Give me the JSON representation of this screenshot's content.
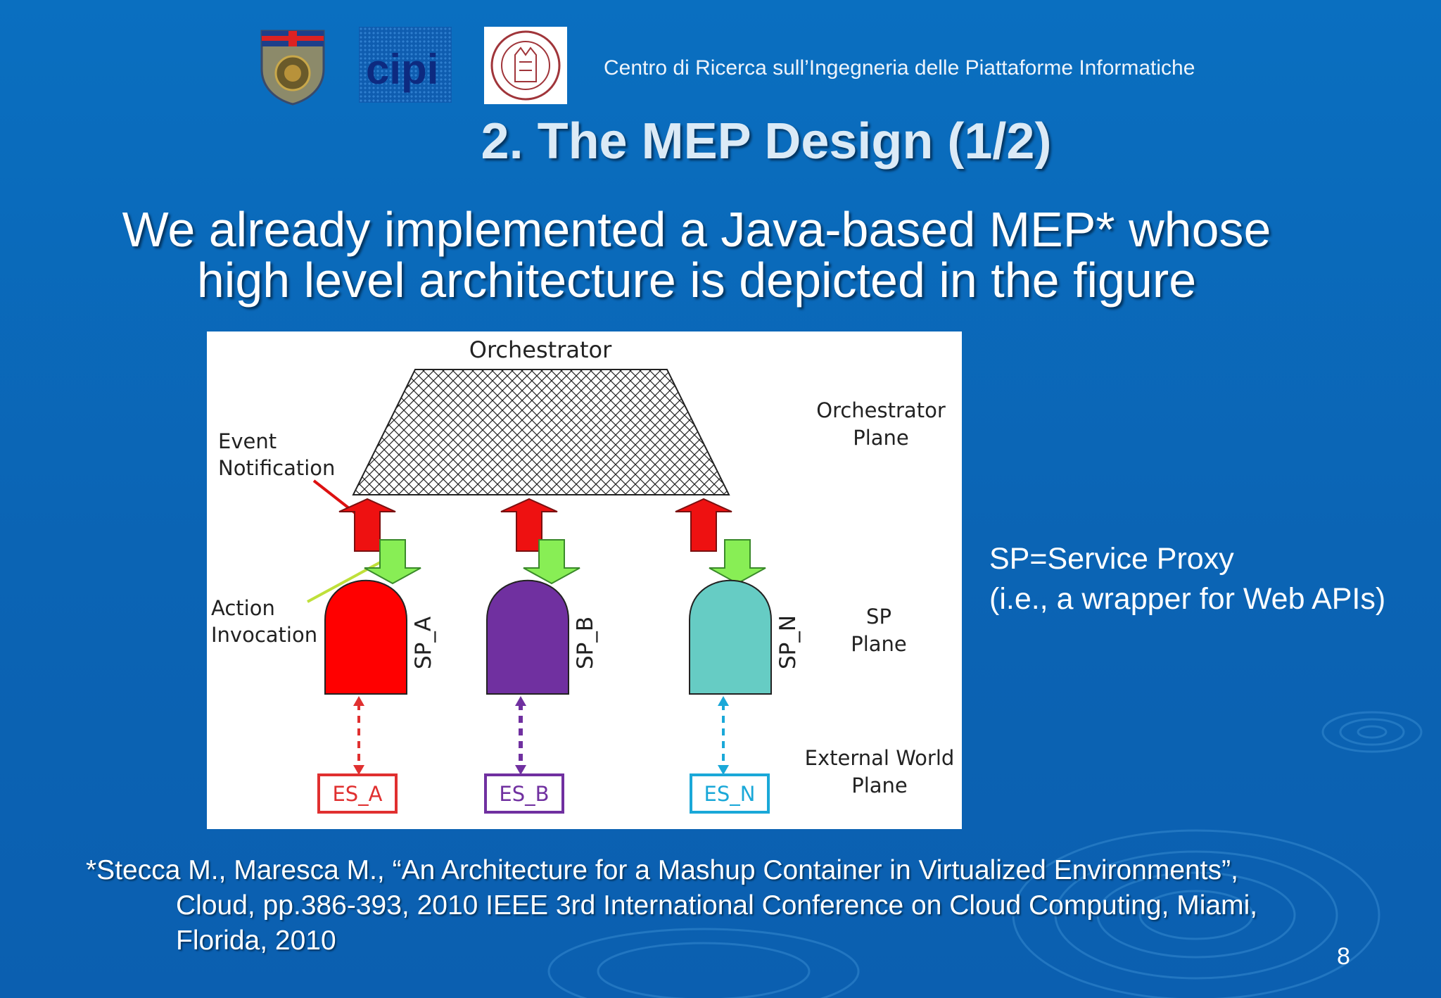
{
  "header": {
    "logo_left": "university-crest",
    "logo_cipi": "cipi",
    "logo_right": "university-seal",
    "center_name": "Centro di Ricerca sull’Ingegneria delle Piattaforme Informatiche"
  },
  "slide": {
    "title": "2. The MEP Design (1/2)",
    "subtitle_line1": "We already implemented a Java-based MEP* whose",
    "subtitle_line2": "high level architecture is depicted in the figure",
    "side_note_line1": "SP=Service Proxy",
    "side_note_line2": "(i.e., a wrapper for Web APIs)",
    "footnote_line1": "*Stecca M., Maresca M., “An Architecture for a Mashup Container in Virtualized Environments”,",
    "footnote_line2": "Cloud, pp.386-393, 2010 IEEE 3rd International Conference on Cloud Computing, Miami,",
    "footnote_line3": "Florida, 2010",
    "page_number": "8"
  },
  "diagram": {
    "orchestrator_label": "Orchestrator",
    "plane_orchestrator_1": "Orchestrator",
    "plane_orchestrator_2": "Plane",
    "plane_sp_1": "SP",
    "plane_sp_2": "Plane",
    "plane_external_1": "External World",
    "plane_external_2": "Plane",
    "event_1": "Event",
    "event_2": "Notification",
    "action_1": "Action",
    "action_2": "Invocation",
    "sp_a": "SP_A",
    "sp_b": "SP_B",
    "sp_n": "SP_N",
    "es_a": "ES_A",
    "es_b": "ES_B",
    "es_n": "ES_N",
    "colors": {
      "sp_a": "#ff0000",
      "sp_b": "#7030a0",
      "sp_n": "#66ccc4",
      "es_a": "#e03030",
      "es_b": "#7030a0",
      "es_n": "#1aa8d8",
      "event_arrow": "#ee1111",
      "action_arrow": "#88ee55"
    }
  }
}
